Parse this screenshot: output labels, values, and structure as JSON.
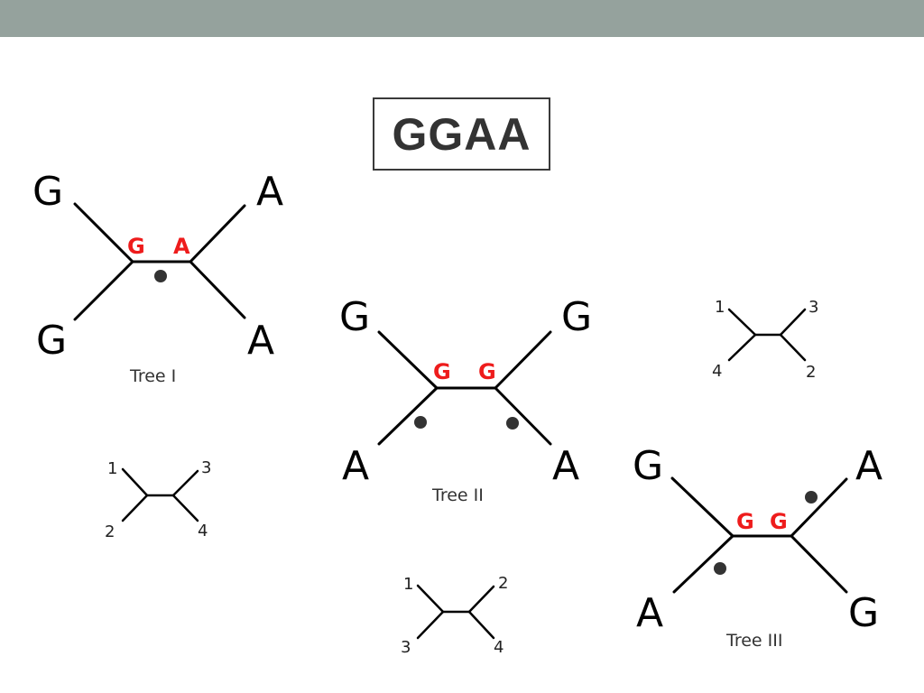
{
  "title": "GGAA",
  "tree1": {
    "tl": "G",
    "tr": "A",
    "bl": "G",
    "br": "A",
    "anc_left": "G",
    "anc_right": "A",
    "caption": "Tree I"
  },
  "tree2": {
    "tl": "G",
    "tr": "G",
    "bl": "A",
    "br": "A",
    "anc_left": "G",
    "anc_right": "G",
    "caption": "Tree II"
  },
  "tree3": {
    "tl": "G",
    "tr": "A",
    "bl": "A",
    "br": "G",
    "anc_left": "G",
    "anc_right": "G",
    "caption": "Tree III"
  },
  "topo1": {
    "tl": "1",
    "tr": "3",
    "bl": "2",
    "br": "4"
  },
  "topo2": {
    "tl": "1",
    "tr": "3",
    "bl": "4",
    "br": "2"
  },
  "topo3": {
    "tl": "1",
    "tr": "2",
    "bl": "3",
    "br": "4"
  },
  "colors": {
    "topbar": "#95a29d",
    "ancestral": "#ee1c1c",
    "branch": "#000000",
    "dot": "#333333"
  }
}
